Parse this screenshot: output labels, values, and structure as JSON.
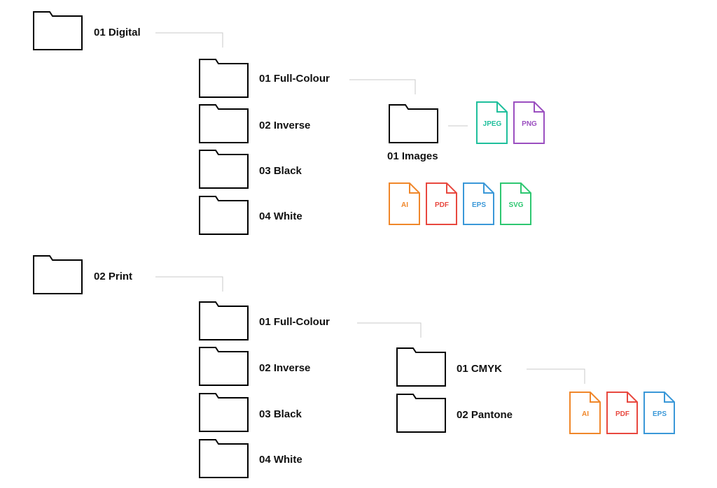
{
  "sections": [
    {
      "label": "01 Digital",
      "children": [
        "01 Full-Colour",
        "02 Inverse",
        "03 Black",
        "04 White"
      ],
      "subfolders": [
        "01 Images"
      ],
      "image_formats": [
        "JPEG",
        "PNG"
      ],
      "vector_formats": [
        "AI",
        "PDF",
        "EPS",
        "SVG"
      ]
    },
    {
      "label": "02 Print",
      "children": [
        "01 Full-Colour",
        "02 Inverse",
        "03 Black",
        "04 White"
      ],
      "subfolders": [
        "01 CMYK",
        "02 Pantone"
      ],
      "cmyk_formats": [
        "AI",
        "PDF",
        "EPS"
      ]
    }
  ],
  "colors": {
    "AI": "#f0872a",
    "PDF": "#e8483f",
    "EPS": "#3a98d8",
    "SVG": "#2ec771",
    "JPEG": "#1fbf9c",
    "PNG": "#9b4fc0",
    "folder": "#000000",
    "connector": "#c8c8c8"
  }
}
